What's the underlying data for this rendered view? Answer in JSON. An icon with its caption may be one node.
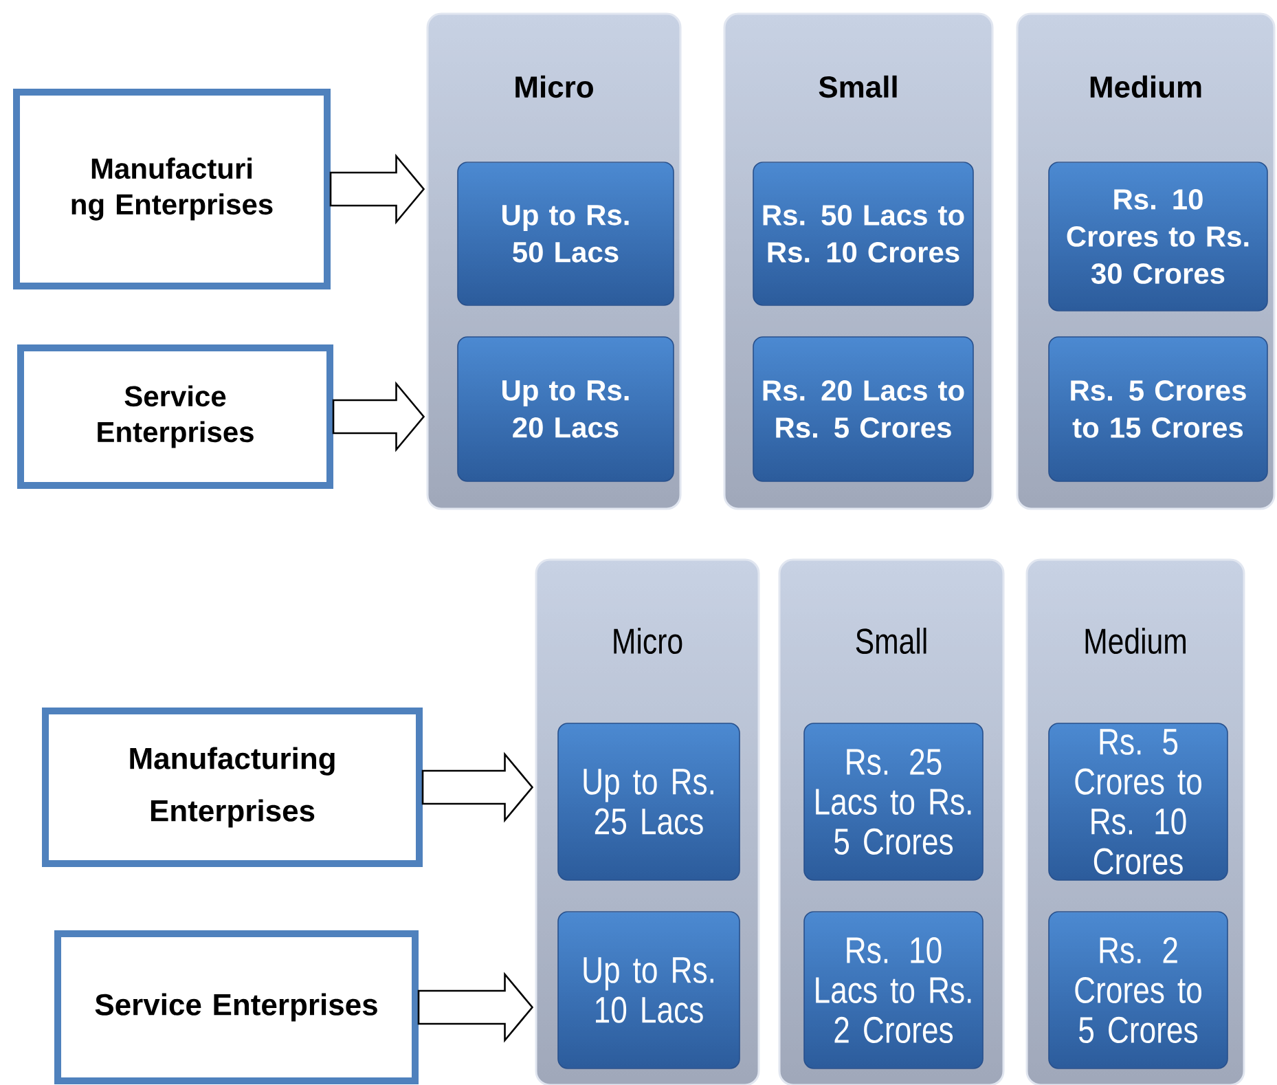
{
  "diagram": {
    "nodes": [
      {
        "text": [
          "Manufacturi ng Enterprises"
        ]
      },
      {
        "text": [
          "Service Enterprises"
        ]
      },
      {
        "text": [
          "Micro"
        ]
      },
      {
        "text": [
          "Up to Rs. 50 Lacs"
        ],
        "in": 2
      },
      {
        "text": [
          "Up to Rs. 20 Lacs"
        ],
        "in": 2
      },
      {
        "text": [
          "Small"
        ]
      },
      {
        "text": [
          "Rs. 50 Lacs to Rs. 10 Crores"
        ],
        "in": 5
      },
      {
        "text": [
          "Rs. 20 Lacs to Rs. 5 Crores"
        ],
        "in": 5
      },
      {
        "text": [
          "Medium"
        ]
      },
      {
        "text": [
          "Rs. 10 Crores to Rs. 30 Crores"
        ],
        "in": 8
      },
      {
        "text": [
          "Rs. 5 Crores to 15 Crores"
        ],
        "in": 8
      },
      {
        "text": [
          "Manufacturing Enterprises"
        ]
      },
      {
        "text": [
          "Service Enterprises"
        ]
      },
      {
        "text": [
          "Micro"
        ]
      },
      {
        "text": [
          "Up to Rs. 25 Lacs"
        ],
        "in": 13
      },
      {
        "text": [
          "Up to Rs. 10 Lacs"
        ],
        "in": 13
      },
      {
        "text": [
          "Small"
        ]
      },
      {
        "text": [
          "Rs. 25 Lacs to Rs. 5 Crores"
        ],
        "in": 16
      },
      {
        "text": [
          "Rs. 10 Lacs to Rs. 2 Crores"
        ],
        "in": 16
      },
      {
        "text": [
          "Medium"
        ]
      },
      {
        "text": [
          "Rs. 5 Crores to Rs. 10 Crores"
        ],
        "in": 19
      },
      {
        "text": [
          "Rs. 2 Crores to 5 Crores"
        ],
        "in": 19
      }
    ],
    "edges": [
      {
        "from": 0,
        "to": 2,
        "arrow": "to"
      },
      {
        "from": 1,
        "to": 2,
        "arrow": "to"
      },
      {
        "from": 11,
        "to": 13,
        "arrow": "to"
      },
      {
        "from": 12,
        "to": 13,
        "arrow": "to"
      }
    ]
  }
}
